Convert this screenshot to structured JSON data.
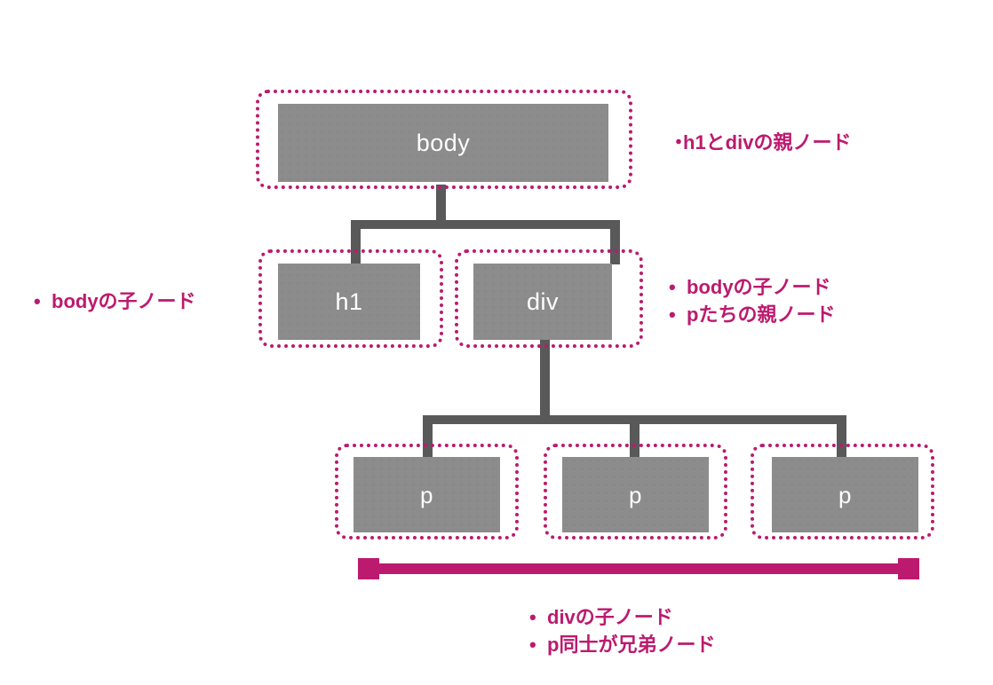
{
  "diagram": {
    "title": "DOM tree structure: body, h1, div, p nodes",
    "colors": {
      "accent": "#bc1a6e",
      "node_fill": "#8c8c8c",
      "connector": "#595959",
      "node_text": "#ffffff",
      "background": "#ffffff"
    },
    "nodes": [
      {
        "id": "body",
        "label": "body",
        "level": 0
      },
      {
        "id": "h1",
        "label": "h1",
        "level": 1
      },
      {
        "id": "div",
        "label": "div",
        "level": 1
      },
      {
        "id": "p1",
        "label": "p",
        "level": 2
      },
      {
        "id": "p2",
        "label": "p",
        "level": 2
      },
      {
        "id": "p3",
        "label": "p",
        "level": 2
      }
    ],
    "annotations": {
      "body_note": {
        "bullet": "・",
        "lines": [
          "h1とdivの親ノード"
        ]
      },
      "h1_note": {
        "bullet": "•",
        "lines": [
          "bodyの子ノード"
        ]
      },
      "div_note": {
        "bullet": "•",
        "lines": [
          "bodyの子ノード",
          "pたちの親ノード"
        ]
      },
      "p_note": {
        "bullet": "•",
        "lines": [
          "divの子ノード",
          "p同士が兄弟ノード"
        ]
      }
    }
  }
}
